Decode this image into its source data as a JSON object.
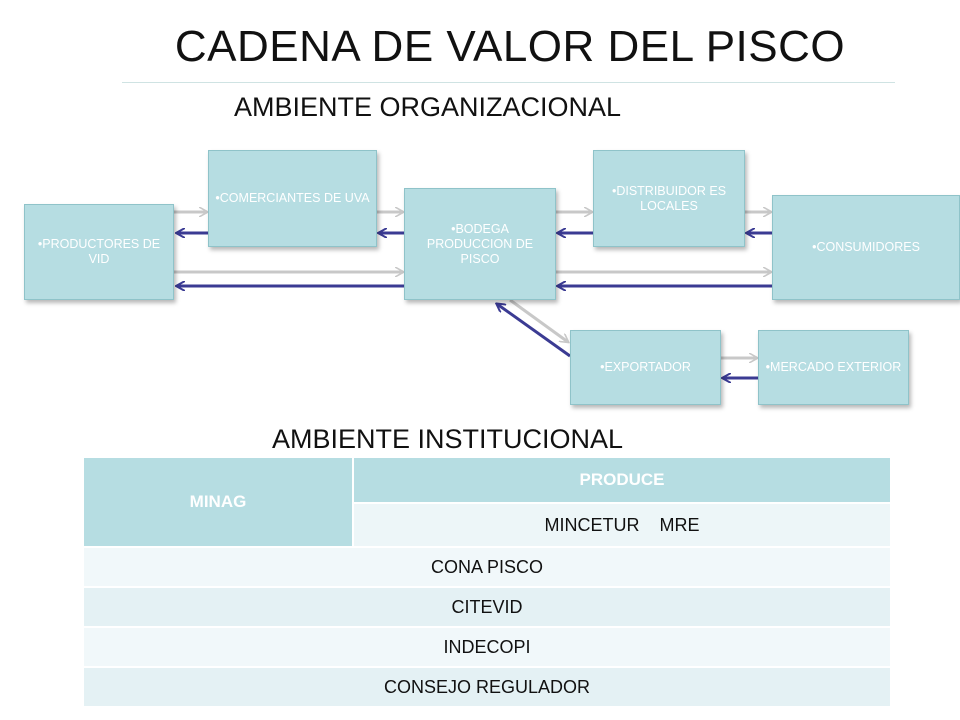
{
  "title": "CADENA DE VALOR DEL PISCO",
  "org_heading": "AMBIENTE ORGANIZACIONAL",
  "inst_heading": "AMBIENTE INSTITUCIONAL",
  "nodes": {
    "productores": "•PRODUCTORES DE VID",
    "comerciantes": "•COMERCIANTES DE UVA",
    "bodega": "•BODEGA PRODUCCION DE PISCO",
    "distribuidores": "•DISTRIBUIDOR ES LOCALES",
    "consumidores": "•CONSUMIDORES",
    "exportador": "•EXPORTADOR",
    "mercado": "•MERCADO EXTERIOR"
  },
  "table": {
    "minag": "MINAG",
    "produce": "PRODUCE",
    "mincetur_mre": "MINCETUR    MRE",
    "rows": [
      "CONA PISCO",
      "CITEVID",
      "INDECOPI",
      "CONSEJO REGULADOR"
    ]
  },
  "colors": {
    "node_fill": "#b6dde2",
    "forward_arrow": "#c8c8c8",
    "back_arrow": "#3b3b93"
  }
}
